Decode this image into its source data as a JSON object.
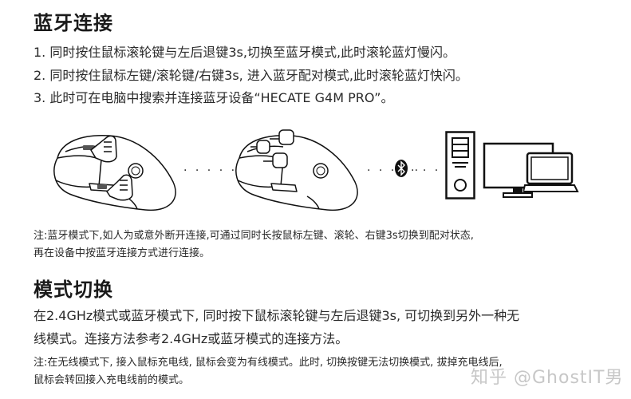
{
  "section_bluetooth": {
    "title": "蓝牙连接",
    "steps": [
      "1. 同时按住鼠标滚轮键与左后退键3s,切换至蓝牙模式,此时滚轮蓝灯慢闪。",
      "2. 同时按住鼠标左键/滚轮键/右键3s, 进入蓝牙配对模式,此时滚轮蓝灯快闪。",
      "3. 此时可在电脑中搜索并连接蓝牙设备“HECATE G4M PRO”。"
    ],
    "note_lines": [
      "注:蓝牙模式下,如人为或意外断开连接,可通过同时长按鼠标左键、滚轮、右键3s切换到配对状态,",
      "再在设备中按蓝牙连接方式进行连接。"
    ]
  },
  "figure": {
    "step1_illustration": "mouse-wheel-and-back-button-press",
    "step2_illustration": "mouse-left-wheel-right-press",
    "connector_icon": "bluetooth-icon",
    "target_devices": [
      "desktop-tower-icon",
      "monitor-icon",
      "laptop-icon"
    ],
    "dots": "· · · · ·"
  },
  "section_mode_switch": {
    "title": "模式切换",
    "body_lines": [
      "在2.4GHz模式或蓝牙模式下, 同时按下鼠标滚轮键与左后退键3s, 可切换到另外一种无",
      "线模式。连接方法参考2.4GHz或蓝牙模式的连接方法。"
    ],
    "note_lines": [
      "注:在无线模式下, 接入鼠标充电线, 鼠标会变为有线模式。此时, 切换按键无法切换模式, 拔掉充电线后,",
      "鼠标会转回接入充电线前的模式。"
    ]
  },
  "watermark": "知乎 @GhostIT男"
}
